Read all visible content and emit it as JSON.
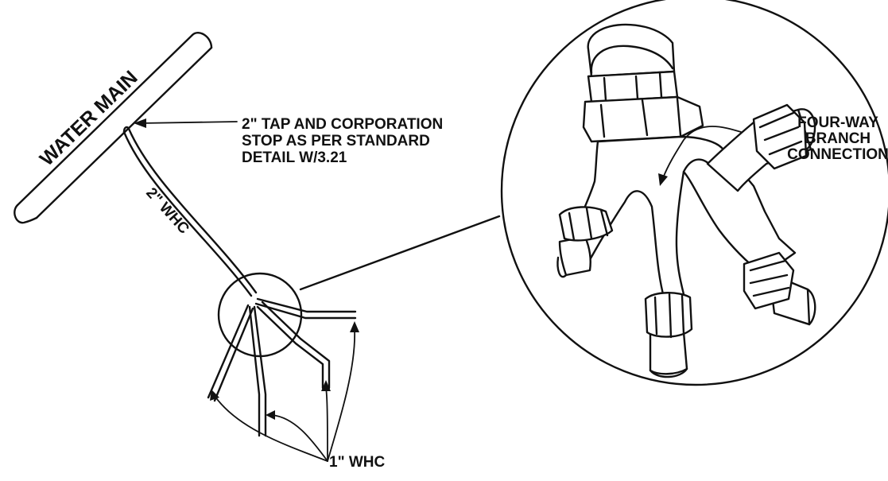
{
  "labels": {
    "water_main": "WATER MAIN",
    "tap_line1": "2\" TAP AND CORPORATION",
    "tap_line2": "STOP AS PER STANDARD",
    "tap_line3": "DETAIL W/3.21",
    "service_pipe": "2\" WHC",
    "branch_pipes": "1\" WHC",
    "connection_line1": "FOUR-WAY",
    "connection_line2": "BRANCH",
    "connection_line3": "CONNECTION"
  },
  "colors": {
    "ink": "#111111",
    "paper": "#ffffff"
  }
}
